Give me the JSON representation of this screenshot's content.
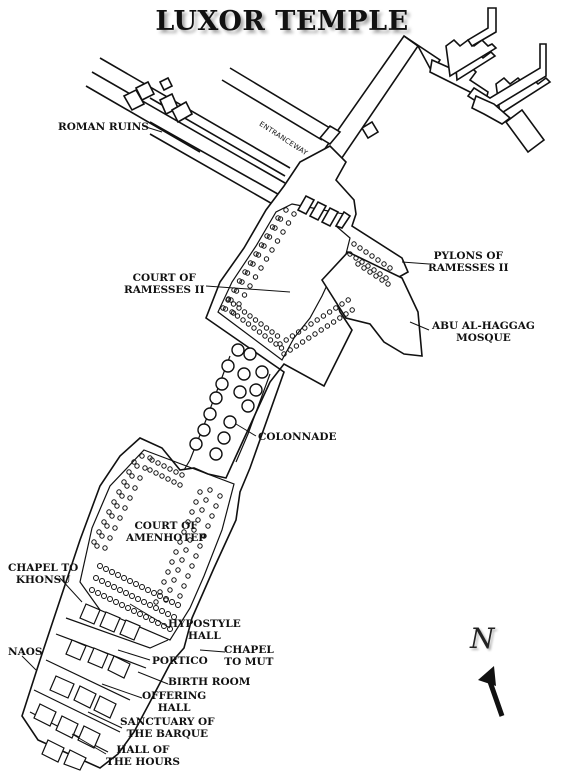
{
  "title": "LUXOR TEMPLE",
  "entranceway": "ENTRANCEWAY",
  "north": "N",
  "labels": {
    "roman_ruins": "ROMAN RUINS",
    "pylons": [
      "PYLONS OF",
      "RAMESSES II"
    ],
    "court_ramesses": [
      "COURT OF",
      "RAMESSES II"
    ],
    "mosque": [
      "ABU AL-HAGGAG",
      "MOSQUE"
    ],
    "colonnade": "COLONNADE",
    "court_amenhotep": [
      "COURT OF",
      "AMENHOTEP"
    ],
    "chapel_khonsu": [
      "CHAPEL TO",
      "KHONSU"
    ],
    "hypostyle": [
      "HYPOSTYLE",
      "HALL"
    ],
    "chapel_mut": [
      "CHAPEL",
      "TO MUT"
    ],
    "naos": "NAOS",
    "portico": "PORTICO",
    "birth_room": "BIRTH ROOM",
    "offering_hall": [
      "OFFERING",
      "HALL"
    ],
    "sanctuary": [
      "SANCTUARY OF",
      "THE BARQUE"
    ],
    "hall_hours": [
      "HALL OF",
      "THE HOURS"
    ]
  }
}
